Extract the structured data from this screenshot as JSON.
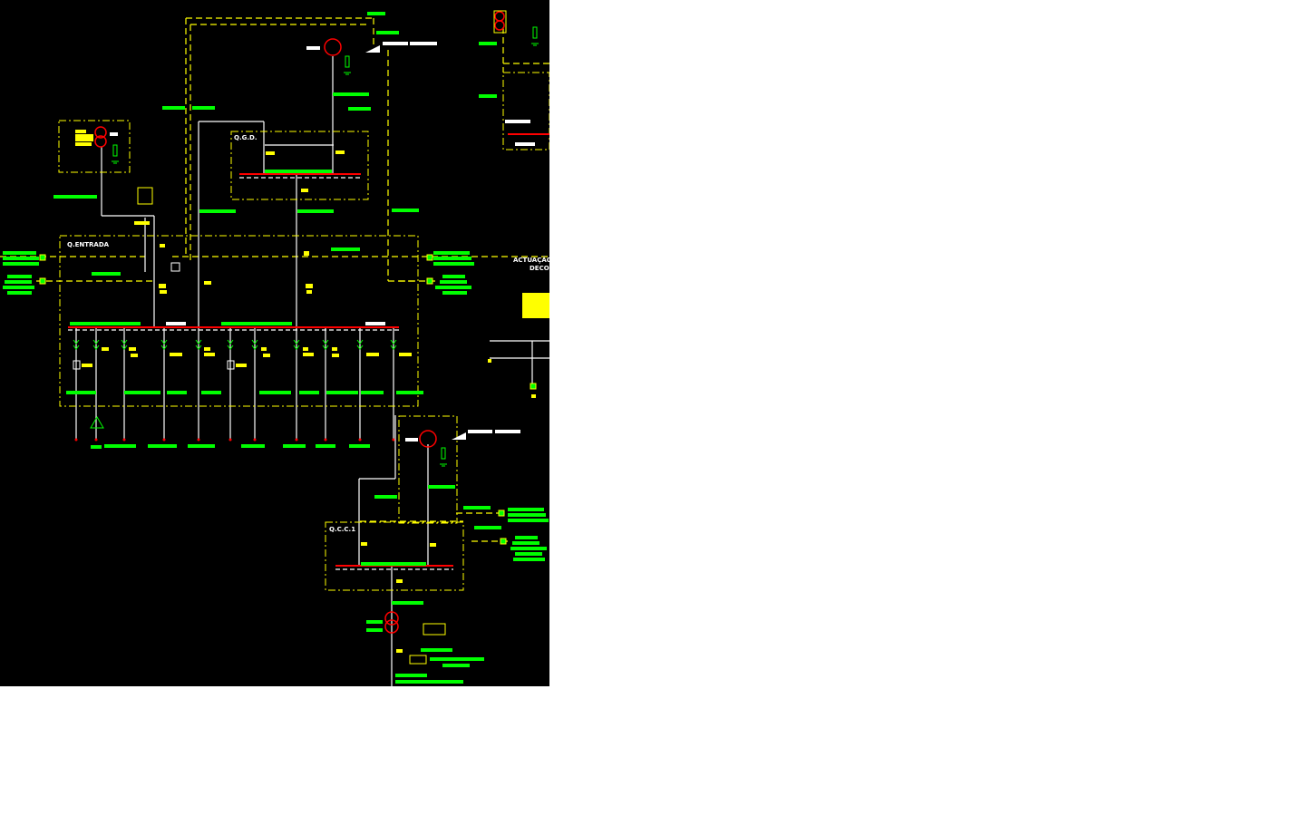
{
  "diagram": {
    "labels": {
      "q_entrada": "Q.ENTRADA",
      "q_gd": "Q.G.D.",
      "q_cc1": "Q.C.C.1",
      "actuacao": "ACTUAÇÃO",
      "deco": "DECO"
    },
    "colors": {
      "background": "#000000",
      "panel_border": "#ffff00",
      "busbar": "#ff0000",
      "conductor": "#ffffff",
      "label_block": "#00ff00",
      "tag": "#ffff00"
    }
  }
}
